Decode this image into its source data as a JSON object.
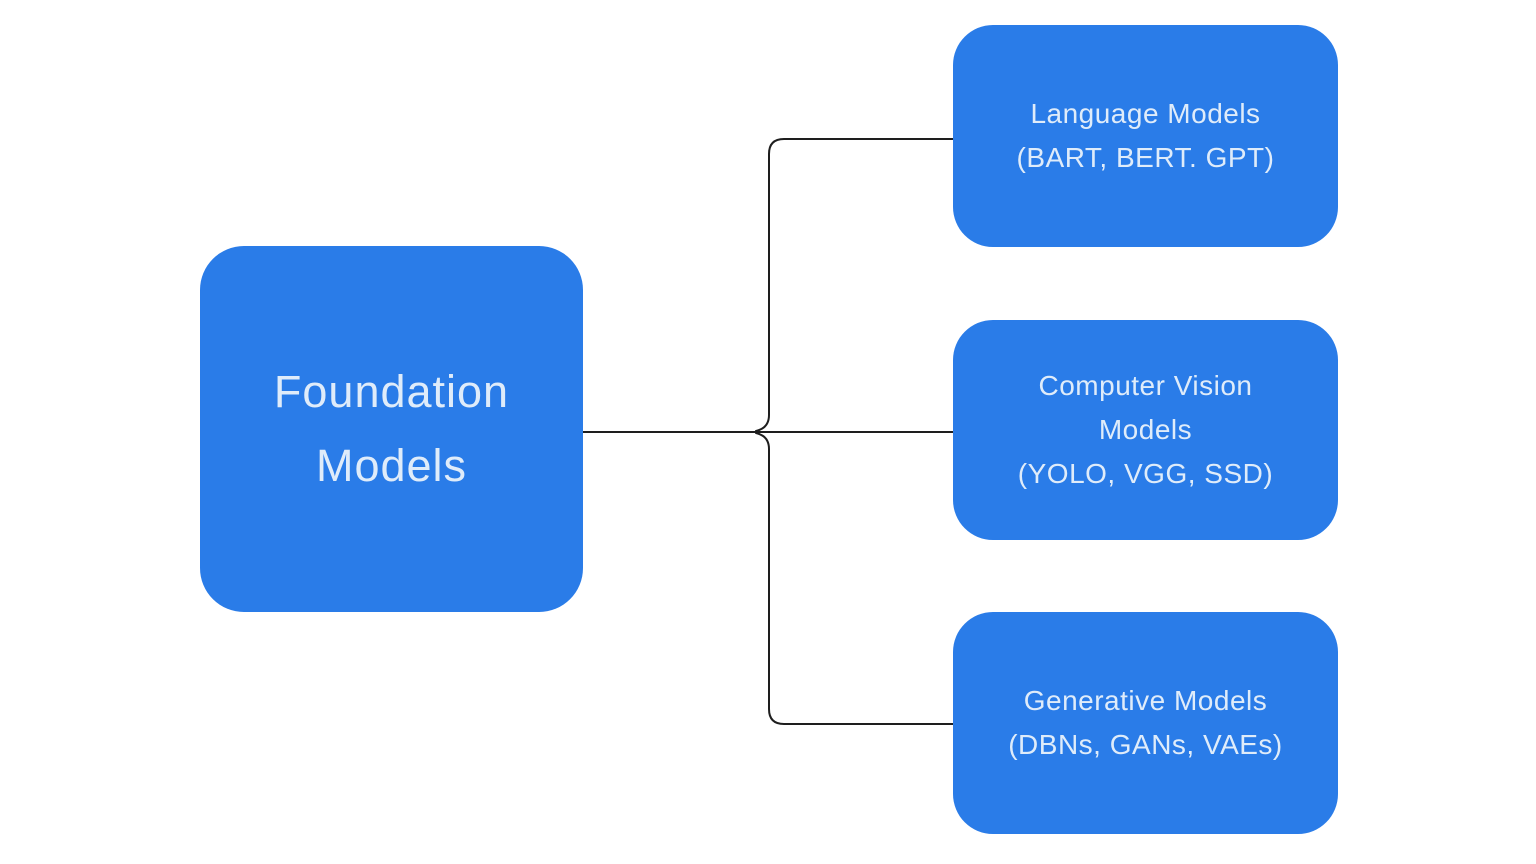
{
  "colors": {
    "canvas_bg": "#ffffff",
    "node_fill": "#2a7ce8",
    "node_text": "#dfecfa",
    "connector": "#1e1e1e"
  },
  "diagram": {
    "type": "mind-map",
    "root": {
      "id": "foundation-models",
      "lines": [
        "Foundation",
        "Models"
      ]
    },
    "children": [
      {
        "id": "language-models",
        "lines": [
          "Language Models",
          "(BART, BERT. GPT)"
        ]
      },
      {
        "id": "computer-vision-models",
        "lines": [
          "Computer Vision",
          "Models",
          "(YOLO, VGG, SSD)"
        ]
      },
      {
        "id": "generative-models",
        "lines": [
          "Generative Models",
          "(DBNs, GANs, VAEs)"
        ]
      }
    ]
  }
}
